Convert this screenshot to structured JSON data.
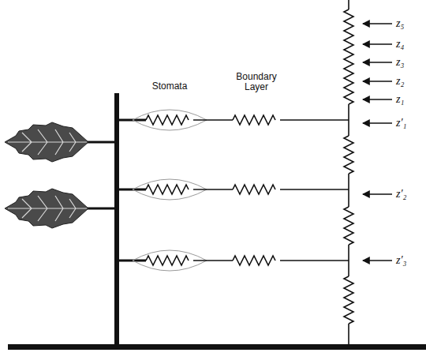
{
  "diagram": {
    "labels": [
      "Stomata",
      "Boundary Layer",
      "z₅",
      "z₄",
      "z₃",
      "z₂",
      "z₁",
      "z′₁",
      "z′₂",
      "z′₃"
    ]
  }
}
